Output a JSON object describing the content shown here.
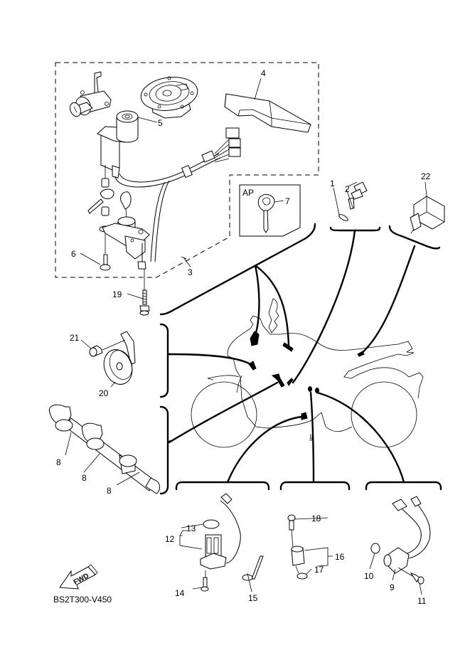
{
  "diagram": {
    "type": "exploded-parts-diagram",
    "drawing_code": "BS2T300-V450",
    "direction_marker": "FWD",
    "inset_label": "AP",
    "callouts": {
      "c1": "1",
      "c2": "2",
      "c3": "3",
      "c4": "4",
      "c5": "5",
      "c6": "6",
      "c7": "7",
      "c8a": "8",
      "c8b": "8",
      "c8c": "8",
      "c9": "9",
      "c10": "10",
      "c11": "11",
      "c12": "12",
      "c13": "13",
      "c14": "14",
      "c15": "15",
      "c16": "16",
      "c17": "17",
      "c18": "18",
      "c19": "19",
      "c20": "20",
      "c21": "21",
      "c22": "22"
    },
    "groups": [
      {
        "name": "lock-set",
        "parts": [
          "3",
          "4",
          "5",
          "6",
          "7"
        ]
      },
      {
        "name": "sensor-top-center",
        "parts": [
          "1",
          "2"
        ]
      },
      {
        "name": "relay-top-right",
        "parts": [
          "22"
        ]
      },
      {
        "name": "horn",
        "parts": [
          "20",
          "21"
        ]
      },
      {
        "name": "plug-caps",
        "parts": [
          "8"
        ]
      },
      {
        "name": "fuel-sender",
        "parts": [
          "12",
          "13",
          "14",
          "15"
        ]
      },
      {
        "name": "speed-sensor",
        "parts": [
          "16",
          "17",
          "18"
        ]
      },
      {
        "name": "neutral-switch",
        "parts": [
          "9",
          "10",
          "11"
        ]
      },
      {
        "name": "bolt",
        "parts": [
          "19"
        ]
      }
    ],
    "colors": {
      "line": "#000000",
      "background": "#ffffff"
    }
  }
}
